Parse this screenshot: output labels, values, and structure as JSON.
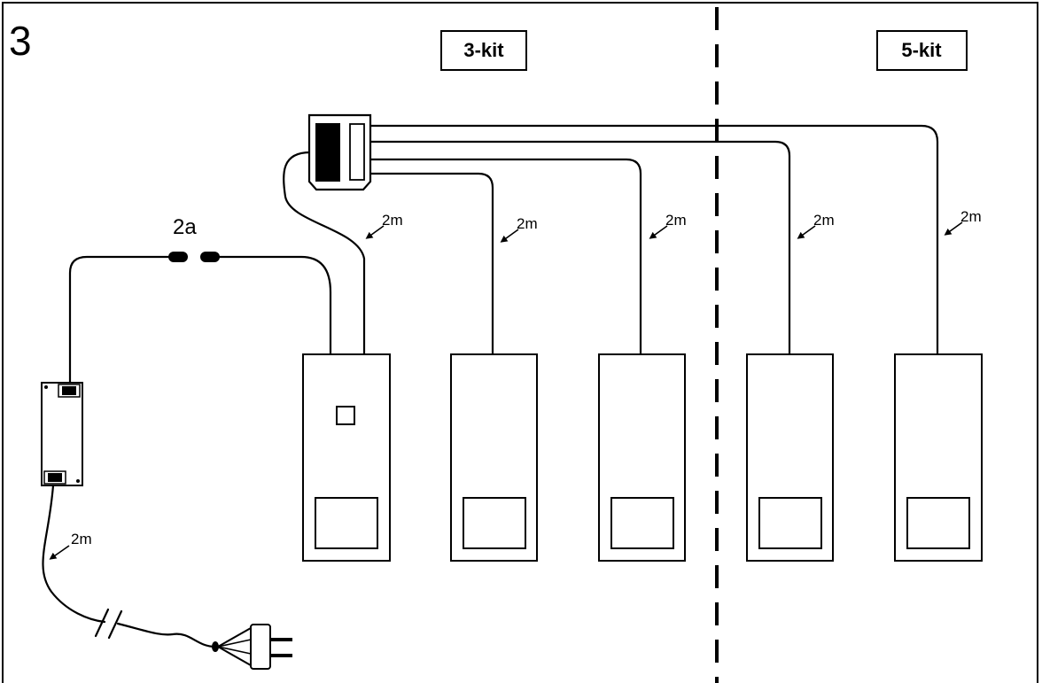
{
  "figure_number": "3",
  "kits": {
    "left_label": "3-kit",
    "right_label": "5-kit"
  },
  "connector_label": "2a",
  "cable_lengths": {
    "unit1": "2m",
    "unit2": "2m",
    "unit3": "2m",
    "unit4": "2m",
    "unit5": "2m",
    "power": "2m"
  }
}
